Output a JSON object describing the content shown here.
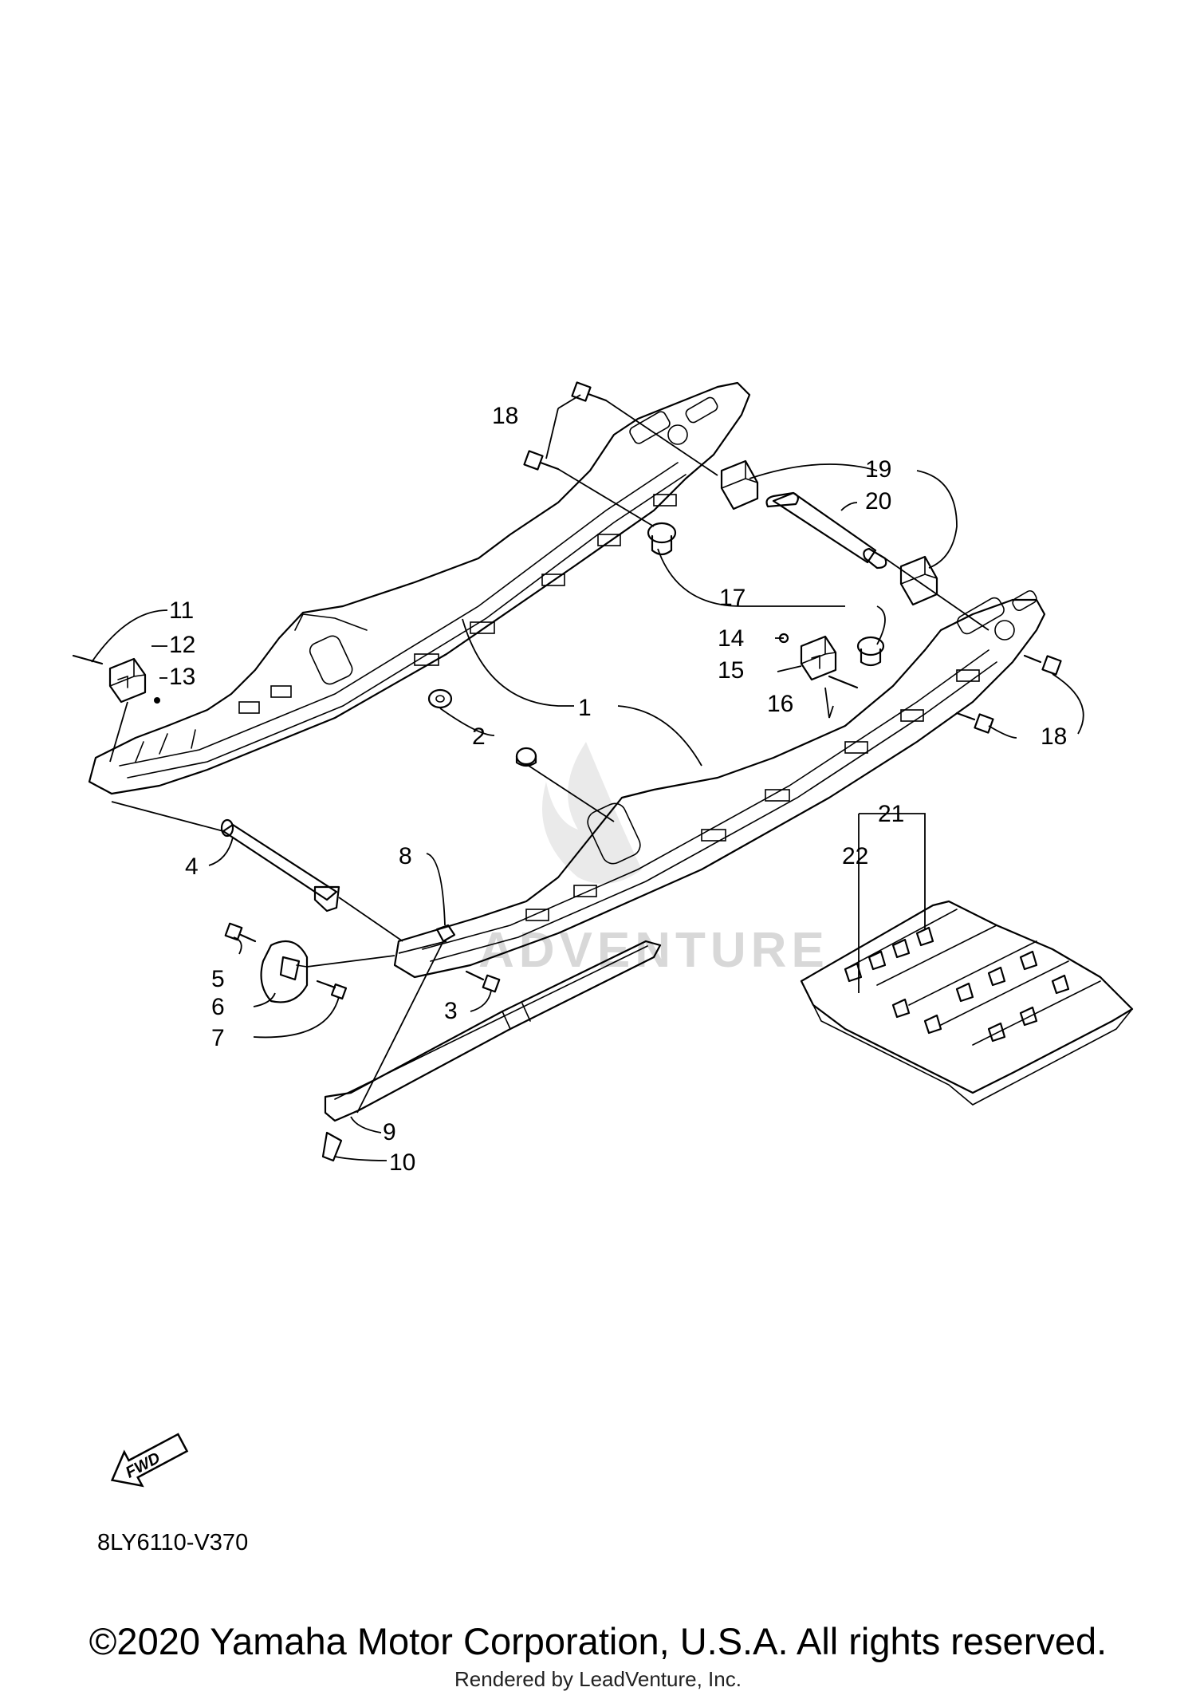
{
  "diagram": {
    "callouts": [
      "1",
      "2",
      "3",
      "4",
      "5",
      "6",
      "7",
      "8",
      "9",
      "10",
      "11",
      "12",
      "13",
      "14",
      "15",
      "16",
      "17",
      "18",
      "18",
      "19",
      "20",
      "21",
      "22"
    ],
    "watermark": "ADVENTURE",
    "fwd_label": "FWD",
    "diagram_code": "8LY6110-V370"
  },
  "footer": {
    "copyright": "©2020 Yamaha Motor Corporation, U.S.A. All rights reserved.",
    "rendered_by": "Rendered by LeadVenture, Inc."
  }
}
